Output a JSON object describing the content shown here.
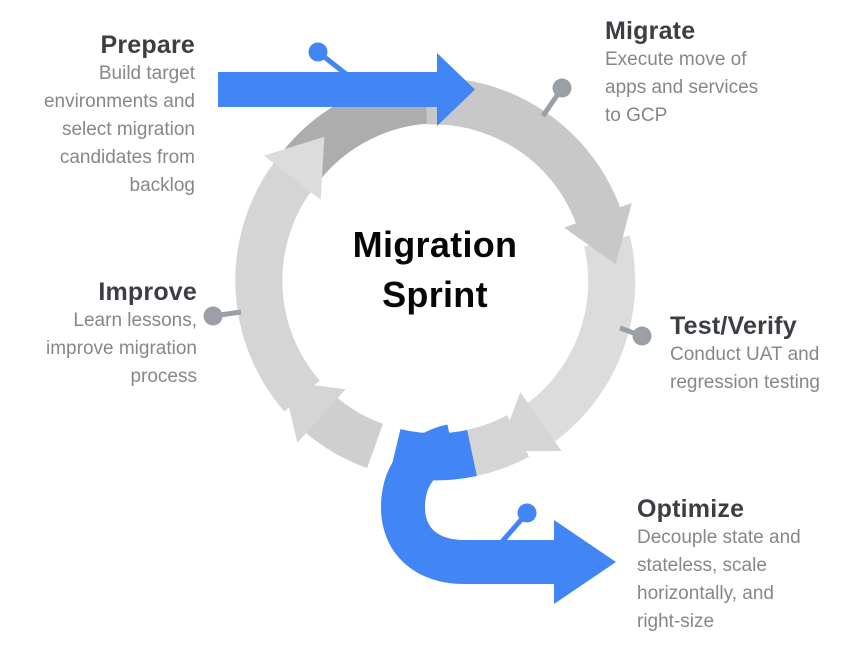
{
  "diagram": {
    "title": "Migration\nSprint",
    "stages": {
      "prepare": {
        "title": "Prepare",
        "description": "Build target\nenvironments and\nselect migration\ncandidates from\nbacklog"
      },
      "migrate": {
        "title": "Migrate",
        "description": "Execute move of\napps and services\nto GCP"
      },
      "test_verify": {
        "title": "Test/Verify",
        "description": "Conduct UAT and\nregression testing"
      },
      "optimize": {
        "title": "Optimize",
        "description": "Decouple state and\nstateless, scale\nhorizontally, and\nright-size"
      },
      "improve": {
        "title": "Improve",
        "description": "Learn lessons,\nimprove migration\nprocess"
      }
    },
    "colors": {
      "accent_blue": "#4285f4",
      "arc_dark": "#adadad",
      "arc_mid": "#c8c8c8",
      "arc_mid2": "#cfcfcf",
      "arc_light": "#d5d5d5",
      "arc_lighter": "#dcdcdc",
      "dot_gray": "#9aa0a6",
      "heading_text": "#3b3e42",
      "body_text": "#85878a",
      "title_text": "#070707"
    }
  }
}
